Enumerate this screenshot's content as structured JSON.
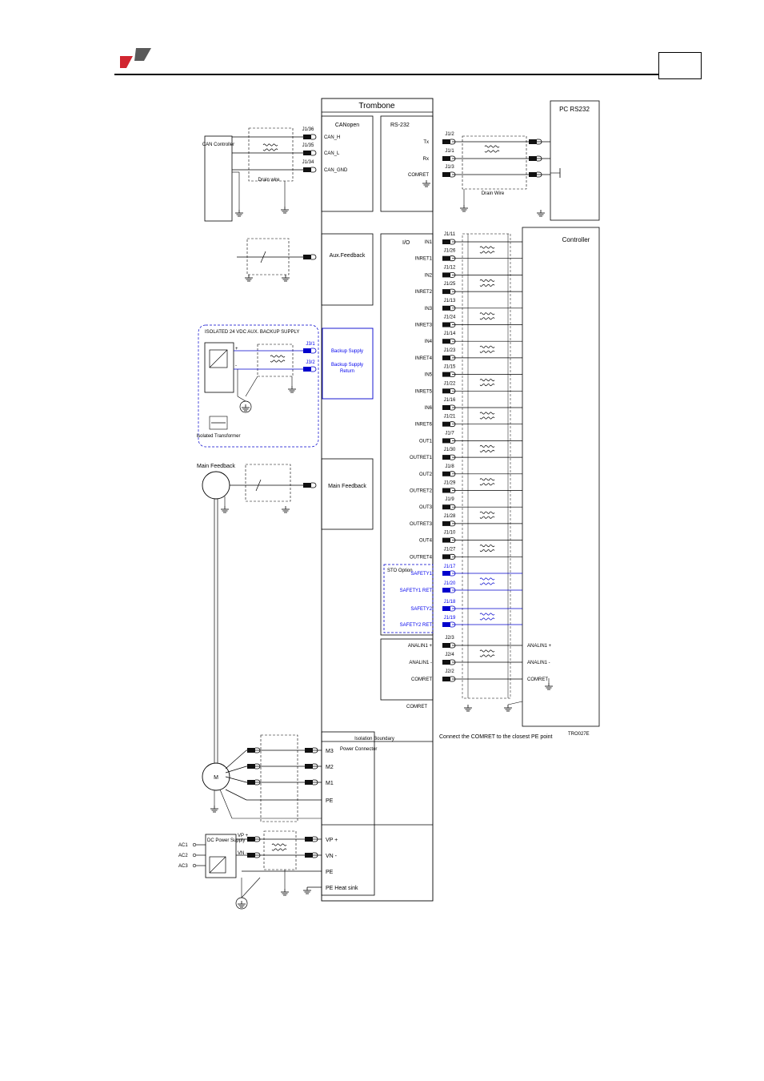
{
  "colors": {
    "logo_red": "#d12630",
    "logo_gray": "#5a5a5a",
    "std_blue": "#0000ee"
  },
  "drive": {
    "title": "Trombone",
    "canopen": "CANopen",
    "rs232": "RS-232",
    "io": "I/O",
    "aux_feedback": "Aux.Feedback",
    "main_feedback": "Main Feedback",
    "isolation_boundary": "Isolation Boundary",
    "power_connector": "Power Connector",
    "comret": "COMRET"
  },
  "can": {
    "controller": "CAN Controller",
    "pins": [
      {
        "pin": "J1/36",
        "signal": "CAN_H"
      },
      {
        "pin": "J1/35",
        "signal": "CAN_L"
      },
      {
        "pin": "J1/34",
        "signal": "CAN_GND"
      }
    ],
    "drain": "Drain wire"
  },
  "rs232": {
    "pc": "PC RS232",
    "pins": [
      {
        "pin": "J1/2",
        "signal": "Tx"
      },
      {
        "pin": "J1/1",
        "signal": "Rx"
      },
      {
        "pin": "J1/3",
        "signal": "COMRET"
      }
    ],
    "drain": "Drain Wire"
  },
  "backup": {
    "title": "ISOLATED 24 VDC AUX. BACKUP SUPPLY",
    "plus": "+",
    "minus": "-",
    "transformer": "Isolated Transformer",
    "pins": [
      {
        "pin": "J3/1",
        "signal": "Backup Supply"
      },
      {
        "pin": "J3/2",
        "signal": "Backup Supply Return"
      }
    ]
  },
  "main_feedback_label": "Main Feedback",
  "controller": "Controller",
  "io_pins": [
    {
      "pin": "J1/11",
      "signal": "IN1"
    },
    {
      "pin": "J1/26",
      "signal": "INRET1"
    },
    {
      "pin": "J1/12",
      "signal": "IN2"
    },
    {
      "pin": "J1/25",
      "signal": "INRET2"
    },
    {
      "pin": "J1/13",
      "signal": "IN3"
    },
    {
      "pin": "J1/24",
      "signal": "INRET3"
    },
    {
      "pin": "J1/14",
      "signal": "IN4"
    },
    {
      "pin": "J1/23",
      "signal": "INRET4"
    },
    {
      "pin": "J1/15",
      "signal": "IN5"
    },
    {
      "pin": "J1/22",
      "signal": "INRET5"
    },
    {
      "pin": "J1/16",
      "signal": "IN6"
    },
    {
      "pin": "J1/21",
      "signal": "INRET6"
    },
    {
      "pin": "J1/7",
      "signal": "OUT1"
    },
    {
      "pin": "J1/30",
      "signal": "OUTRET1"
    },
    {
      "pin": "J1/8",
      "signal": "OUT2"
    },
    {
      "pin": "J1/29",
      "signal": "OUTRET2"
    },
    {
      "pin": "J1/9",
      "signal": "OUT3"
    },
    {
      "pin": "J1/28",
      "signal": "OUTRET3"
    },
    {
      "pin": "J1/10",
      "signal": "OUT4"
    },
    {
      "pin": "J1/27",
      "signal": "OUTRET4"
    }
  ],
  "sto": {
    "label": "STO Option",
    "pins": [
      {
        "pin": "J1/17",
        "signal": "SAFETY1"
      },
      {
        "pin": "J1/20",
        "signal": "SAFETY1 RET"
      },
      {
        "pin": "J1/18",
        "signal": "SAFETY2"
      },
      {
        "pin": "J1/19",
        "signal": "SAFETY2 RET"
      }
    ]
  },
  "analog_pins": [
    {
      "pin": "J2/3",
      "signal": "ANALIN1 +",
      "ctrl": "ANALIN1 +"
    },
    {
      "pin": "J2/4",
      "signal": "ANALIN1 -",
      "ctrl": "ANALIN1 -"
    },
    {
      "pin": "J2/2",
      "signal": "COMRET",
      "ctrl": "COMRET"
    }
  ],
  "note": "Connect the COMRET to the closest PE point",
  "figure_code": "TRO027E",
  "motor": {
    "label": "M",
    "pins": [
      "M3",
      "M2",
      "M1",
      "PE"
    ]
  },
  "dc_supply": {
    "title": "DC Power Supply",
    "ac": [
      "AC1",
      "AC2",
      "AC3"
    ],
    "vp": "VP +",
    "vn": "VN -",
    "pins": [
      "VP +",
      "VN -",
      "PE",
      "PE Heat sink"
    ]
  }
}
